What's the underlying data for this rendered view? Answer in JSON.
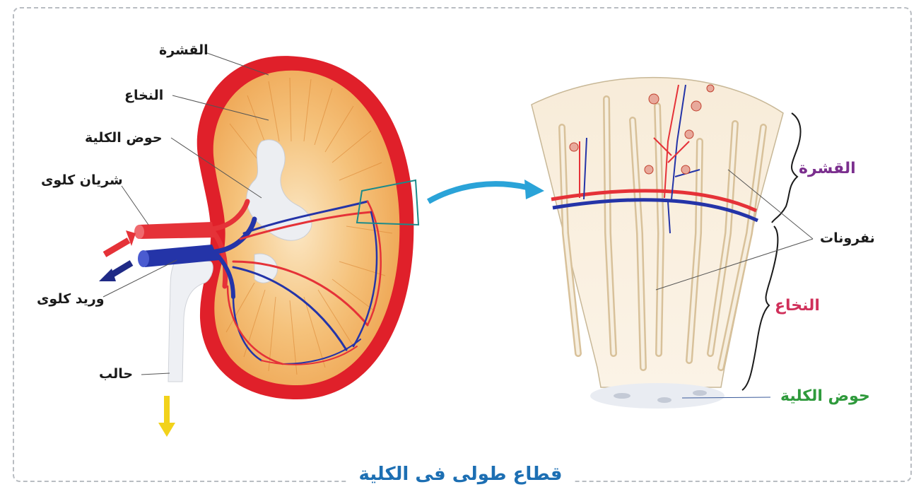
{
  "labels": {
    "cortex": "القشرة",
    "medulla": "النخاع",
    "renal_pelvis": "حوض الكلية",
    "renal_artery": "شريان كلوى",
    "renal_vein": "وريد كلوى",
    "ureter": "حالب",
    "zoom_cortex": "القشرة",
    "nephrons": "نفرونات",
    "zoom_medulla": "النخاع",
    "zoom_pelvis": "حوض الكلية"
  },
  "caption": "قطاع طولى فى الكلية",
  "colors": {
    "cortex_red": "#e0202a",
    "artery_red": "#e53238",
    "vein_blue": "#2434a8",
    "medulla_tan": "#f3b765",
    "zoom_arrow": "#2aa3d8",
    "caption_blue": "#1d6fb3",
    "label_purple": "#7b2f8e",
    "label_pink": "#d0305a",
    "label_green": "#2f9a3c",
    "ureter_arrow": "#f2d21b"
  },
  "icons": [
    "arrow-in-red-icon",
    "arrow-out-blue-icon",
    "arrow-down-yellow-icon",
    "zoom-arrow-icon"
  ]
}
